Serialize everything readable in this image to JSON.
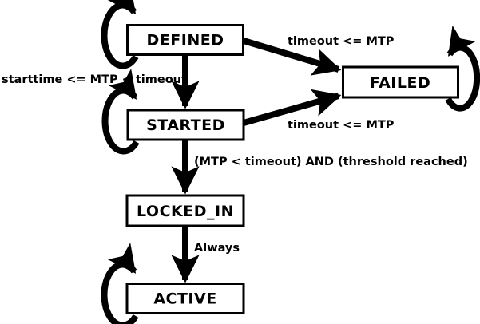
{
  "diagram": {
    "type": "state-machine",
    "colors": {
      "line": "#000000",
      "box_fill": "#ffffff",
      "text": "#000000",
      "background": "#ffffff"
    },
    "states": [
      {
        "label": "DEFINED",
        "self_loop": true
      },
      {
        "label": "FAILED",
        "self_loop": true
      },
      {
        "label": "STARTED",
        "self_loop": true
      },
      {
        "label": "LOCKED_IN",
        "self_loop": false
      },
      {
        "label": "ACTIVE",
        "self_loop": true
      }
    ],
    "transitions": [
      {
        "from": "DEFINED",
        "to": "FAILED",
        "label": "timeout <= MTP"
      },
      {
        "from": "DEFINED",
        "to": "STARTED",
        "label": "starttime <= MTP < timeout"
      },
      {
        "from": "STARTED",
        "to": "FAILED",
        "label": "timeout <= MTP"
      },
      {
        "from": "STARTED",
        "to": "LOCKED_IN",
        "label": "(MTP < timeout) AND (threshold reached)"
      },
      {
        "from": "LOCKED_IN",
        "to": "ACTIVE",
        "label": "Always"
      }
    ]
  }
}
